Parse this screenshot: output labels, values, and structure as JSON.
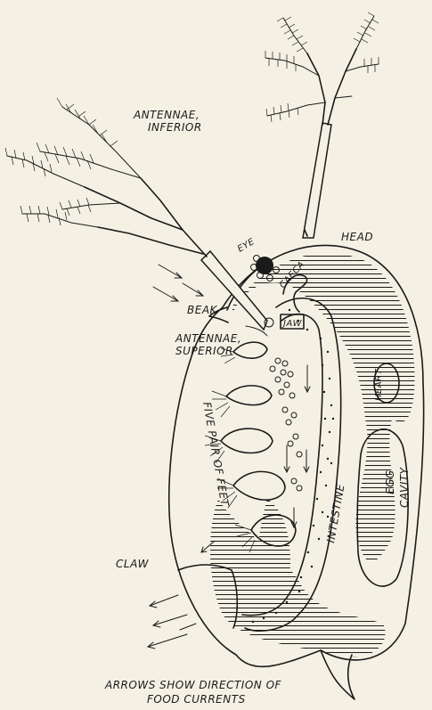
{
  "diagram": {
    "labels": {
      "antennae_inferior_1": "ANTENNAE,",
      "antennae_inferior_2": "INFERIOR",
      "head": "HEAD",
      "eye": "EYE",
      "caeca": "CAECA",
      "beak": "BEAK",
      "antennae_superior_1": "ANTENNAE,",
      "antennae_superior_2": "SUPERIOR",
      "jaw": "JAW",
      "heart": "HEART",
      "five_pair_of_feet": "FIVE PAIR OF FEET",
      "intestine": "INTESTINE",
      "egg": "EGG",
      "cavity": "CAVITY",
      "claw": "CLAW"
    },
    "caption": {
      "line1": "ARROWS SHOW DIRECTION OF",
      "line2": "FOOD CURRENTS"
    }
  }
}
